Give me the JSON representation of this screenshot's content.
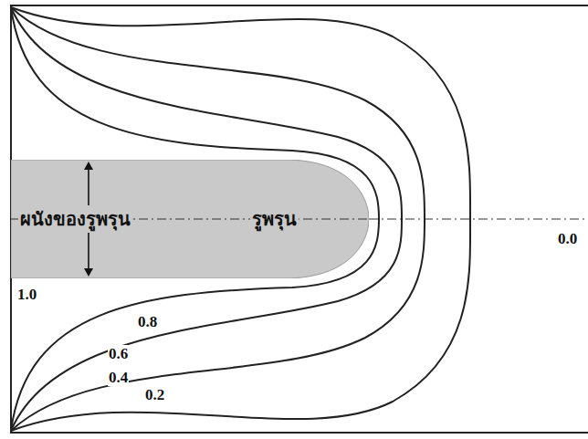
{
  "diagram": {
    "nodes": [
      {
        "text": [
          "ผนังของรูพรุน",
          "รูพรุน"
        ]
      }
    ],
    "labels": [
      "1.0",
      "0.8",
      "0.6",
      "0.4",
      "0.2",
      "0.0"
    ]
  }
}
